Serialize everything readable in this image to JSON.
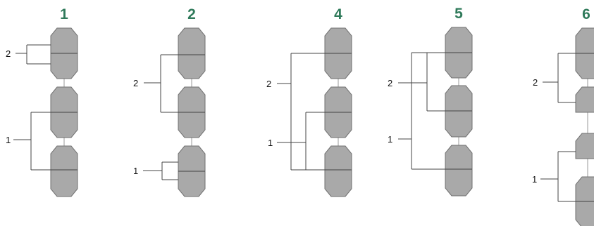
{
  "colors": {
    "title": "#2f7a5a",
    "segment_fill": "#a9a9a9",
    "segment_stroke": "#707070",
    "line": "#444444"
  },
  "panels": [
    {
      "title": "1",
      "labels": [
        "2",
        "1"
      ]
    },
    {
      "title": "2",
      "labels": [
        "2",
        "1"
      ]
    },
    {
      "title": "4",
      "labels": [
        "2",
        "1"
      ]
    },
    {
      "title": "5",
      "labels": [
        "2",
        "1"
      ]
    },
    {
      "title": "6",
      "labels": [
        "2",
        "1"
      ]
    }
  ]
}
